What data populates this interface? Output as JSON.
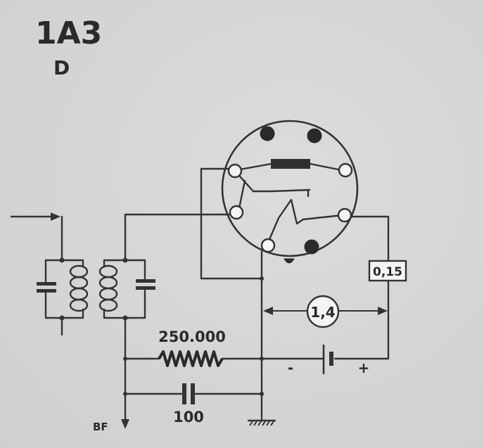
{
  "header": {
    "tube_type": "1A3",
    "tube_subtitle": "D"
  },
  "labels": {
    "resistor_value": "250.000",
    "capacitor_value": "100",
    "filament_current": "0,15",
    "filament_voltage": "1,4",
    "battery_minus": "-",
    "battery_plus": "+",
    "output": "BF"
  }
}
